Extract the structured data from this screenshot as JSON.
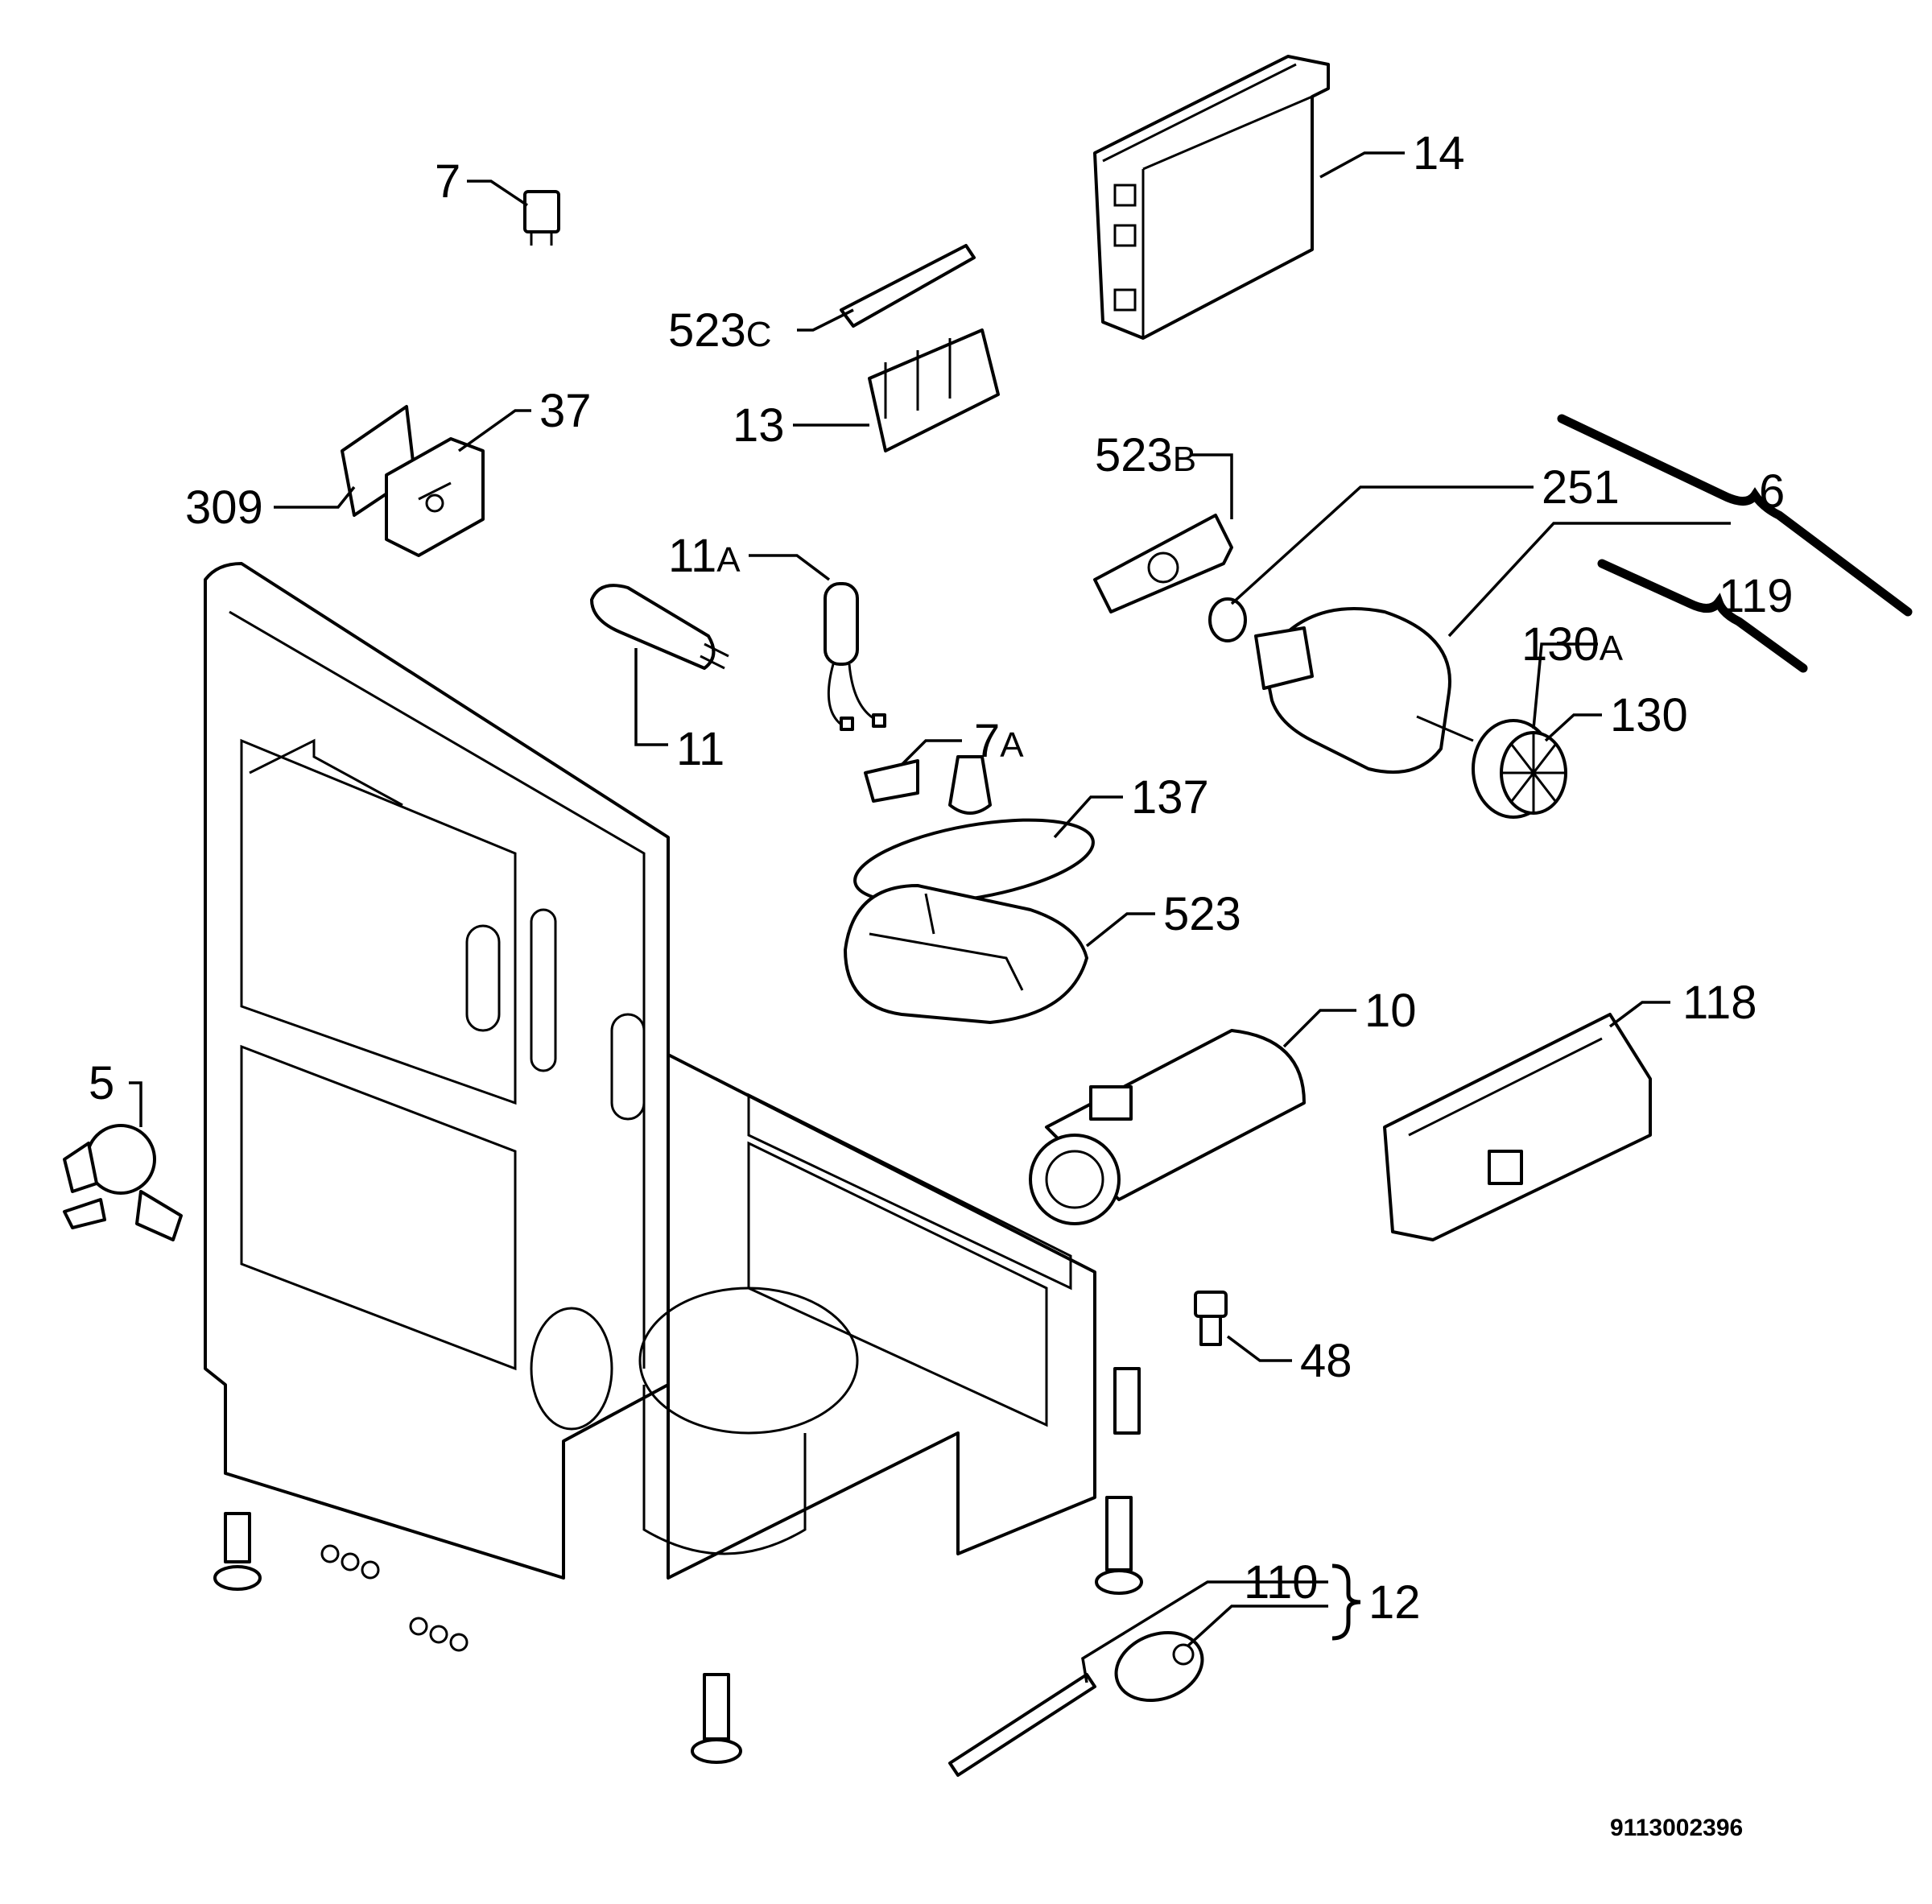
{
  "diagram": {
    "drawing_number": "9113002396",
    "callouts": [
      {
        "id": "7",
        "text": "7",
        "suffix": ""
      },
      {
        "id": "523c",
        "text": "523",
        "suffix": "C"
      },
      {
        "id": "13",
        "text": "13",
        "suffix": ""
      },
      {
        "id": "37",
        "text": "37",
        "suffix": ""
      },
      {
        "id": "309",
        "text": "309",
        "suffix": ""
      },
      {
        "id": "11a",
        "text": "11",
        "suffix": "A"
      },
      {
        "id": "11",
        "text": "11",
        "suffix": ""
      },
      {
        "id": "7a",
        "text": "7",
        "suffix": "A"
      },
      {
        "id": "14",
        "text": "14",
        "suffix": ""
      },
      {
        "id": "523b",
        "text": "523",
        "suffix": "B"
      },
      {
        "id": "251",
        "text": "251",
        "suffix": ""
      },
      {
        "id": "6",
        "text": "6",
        "suffix": ""
      },
      {
        "id": "119",
        "text": "119",
        "suffix": ""
      },
      {
        "id": "130a",
        "text": "130",
        "suffix": "A"
      },
      {
        "id": "130",
        "text": "130",
        "suffix": ""
      },
      {
        "id": "137",
        "text": "137",
        "suffix": ""
      },
      {
        "id": "523",
        "text": "523",
        "suffix": ""
      },
      {
        "id": "10",
        "text": "10",
        "suffix": ""
      },
      {
        "id": "118",
        "text": "118",
        "suffix": ""
      },
      {
        "id": "5",
        "text": "5",
        "suffix": ""
      },
      {
        "id": "48",
        "text": "48",
        "suffix": ""
      },
      {
        "id": "110",
        "text": "110",
        "suffix": ""
      },
      {
        "id": "12",
        "text": "12",
        "suffix": ""
      }
    ]
  }
}
